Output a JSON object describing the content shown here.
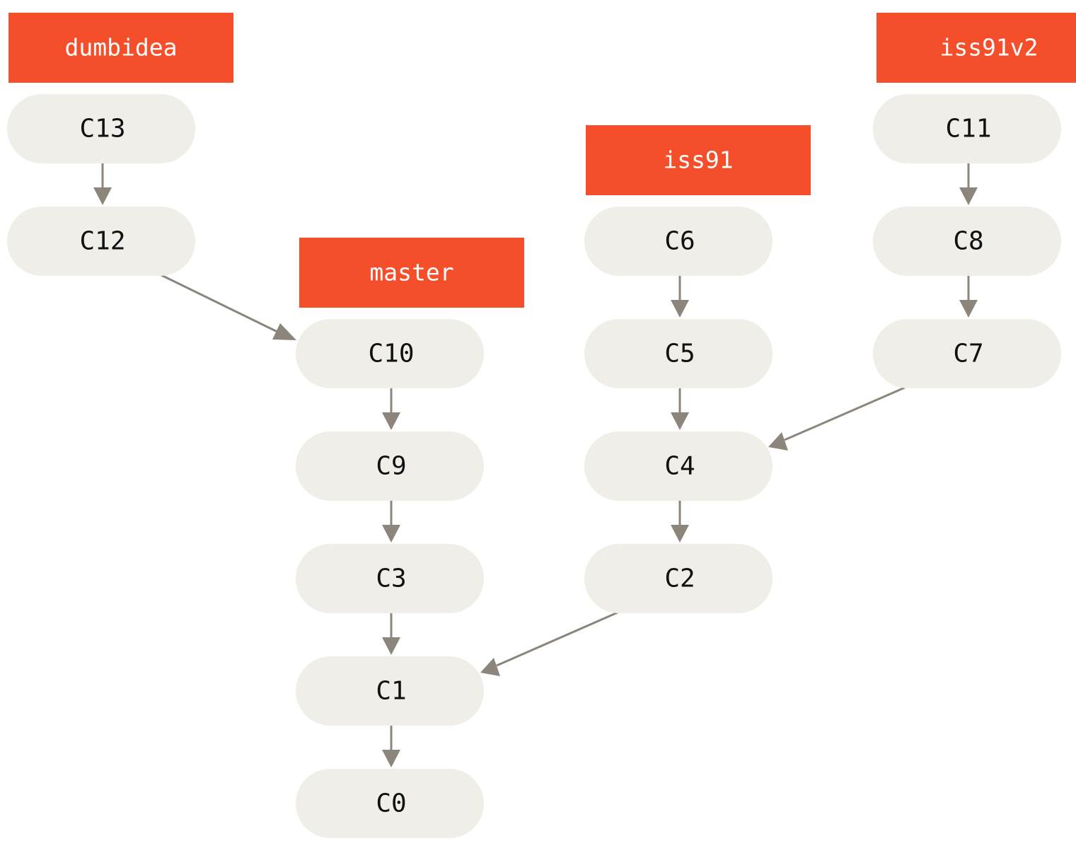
{
  "colors": {
    "commit_fill": "#efeee8",
    "branch_fill": "#f44e2b",
    "branch_text": "#ffffff",
    "commit_text": "#111111",
    "edge": "#8c857c"
  },
  "branches": {
    "dumbidea": "dumbidea",
    "master": "master",
    "iss91": "iss91",
    "iss91v2": "iss91v2"
  },
  "commits": {
    "c0": "C0",
    "c1": "C1",
    "c2": "C2",
    "c3": "C3",
    "c4": "C4",
    "c5": "C5",
    "c6": "C6",
    "c7": "C7",
    "c8": "C8",
    "c9": "C9",
    "c10": "C10",
    "c11": "C11",
    "c12": "C12",
    "c13": "C13"
  },
  "edges": [
    {
      "from": "C13",
      "to": "C12"
    },
    {
      "from": "C12",
      "to": "C10"
    },
    {
      "from": "C10",
      "to": "C9"
    },
    {
      "from": "C9",
      "to": "C3"
    },
    {
      "from": "C3",
      "to": "C1"
    },
    {
      "from": "C1",
      "to": "C0"
    },
    {
      "from": "C6",
      "to": "C5"
    },
    {
      "from": "C5",
      "to": "C4"
    },
    {
      "from": "C4",
      "to": "C2"
    },
    {
      "from": "C2",
      "to": "C1"
    },
    {
      "from": "C11",
      "to": "C8"
    },
    {
      "from": "C8",
      "to": "C7"
    },
    {
      "from": "C7",
      "to": "C4"
    }
  ]
}
